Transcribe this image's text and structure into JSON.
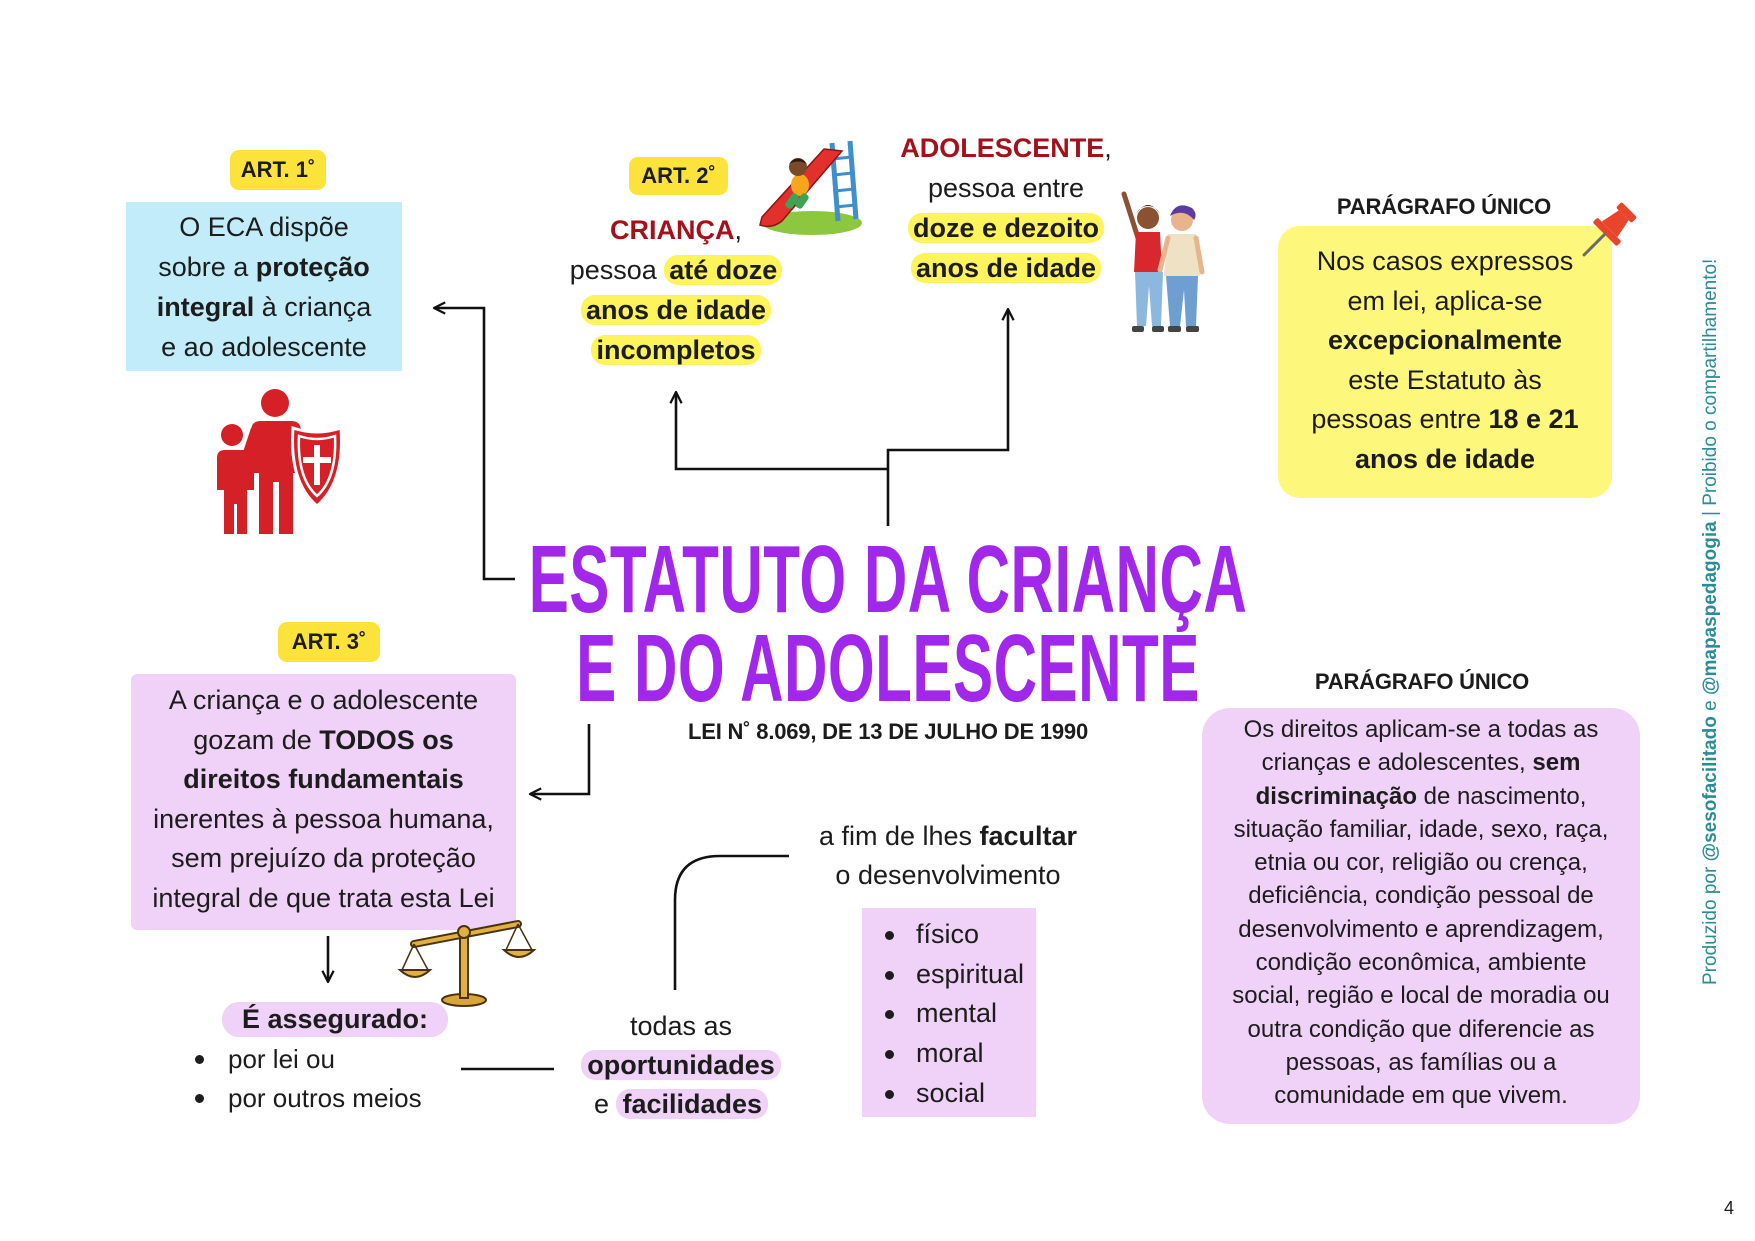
{
  "title": {
    "line1": "ESTATUTO DA CRIANÇA",
    "line2": "E DO ADOLESCENTE",
    "law": "LEI N˚ 8.069, DE 13 DE JULHO DE 1990"
  },
  "art1": {
    "badge": "ART. 1˚",
    "lines": [
      [
        "O ECA dispõe"
      ],
      [
        "sobre a ",
        "proteção"
      ],
      [
        "integral",
        " à criança"
      ],
      [
        "e ao adolescente"
      ]
    ],
    "icon": "family-shield-icon"
  },
  "art2": {
    "badge": "ART. 2˚",
    "crianca": {
      "term": "CRIANÇA",
      "punct": ",",
      "lines": [
        [
          "pessoa ",
          "até doze"
        ],
        [
          "anos de idade"
        ],
        [
          "incompletos"
        ]
      ]
    },
    "adolescente": {
      "term": "ADOLESCENTE",
      "punct": ",",
      "lines": [
        [
          "pessoa entre"
        ],
        [
          "doze e dezoito"
        ],
        [
          "anos de idade"
        ]
      ]
    },
    "icons": [
      "playground-slide-icon",
      "teenagers-icon"
    ]
  },
  "paragrafo_unico_1": {
    "heading": "PARÁGRAFO ÚNICO",
    "lines": [
      [
        "Nos casos expressos"
      ],
      [
        "em lei, aplica-se"
      ],
      [
        "excepcionalmente"
      ],
      [
        "este Estatuto às"
      ],
      [
        "pessoas entre ",
        "18 e 21"
      ],
      [
        "anos de idade"
      ]
    ],
    "icon": "pushpin-icon"
  },
  "art3": {
    "badge": "ART. 3˚",
    "lines": [
      [
        "A criança e o adolescente"
      ],
      [
        "gozam de ",
        "TODOS os"
      ],
      [
        "direitos fundamentais"
      ],
      [
        "inerentes à pessoa humana,"
      ],
      [
        "sem prejuízo da proteção"
      ],
      [
        "integral de que trata esta Lei"
      ]
    ],
    "icon": "scales-of-justice-icon"
  },
  "assegurado": {
    "heading": "É assegurado:",
    "items": [
      "por lei ou",
      "por outros meios"
    ]
  },
  "oportunidades": {
    "lines": [
      [
        "todas as"
      ],
      [
        "oportunidades"
      ],
      [
        "e ",
        "facilidades"
      ]
    ]
  },
  "finalidade": {
    "lines": [
      [
        "a fim de lhes ",
        "facultar"
      ],
      [
        "o desenvolvimento"
      ]
    ]
  },
  "desenvolvimento": {
    "items": [
      "físico",
      "espiritual",
      "mental",
      "moral",
      "social"
    ]
  },
  "paragrafo_unico_3": {
    "heading": "PARÁGRAFO ÚNICO",
    "lines": [
      [
        "Os direitos aplicam-se a todas as"
      ],
      [
        "crianças e adolescentes, ",
        "sem"
      ],
      [
        "discriminação",
        " de nascimento,"
      ],
      [
        "situação familiar, idade, sexo, raça,"
      ],
      [
        "etnia ou cor, religião ou crença,"
      ],
      [
        "deficiência, condição pessoal de"
      ],
      [
        "desenvolvimento e aprendizagem,"
      ],
      [
        "condição econômica, ambiente"
      ],
      [
        "social, região e local de moradia ou"
      ],
      [
        "outra condição que diferencie as"
      ],
      [
        "pessoas, as famílias ou a"
      ],
      [
        "comunidade em que vivem."
      ]
    ]
  },
  "credits": {
    "prefix": "Produzido por ",
    "handle1": "@sesofacilitado",
    "mid": " e ",
    "handle2": "@mapaspedagogia",
    "suffix": " | Proibido o compartilhamento!"
  },
  "page_number": "4",
  "colors": {
    "title": "#a128ea",
    "term_red": "#a3111b",
    "badge": "#fce33b",
    "art1_box": "#c2ecf9",
    "paragrafo_box": "#fdf77c",
    "pink_box": "#f0d1f8",
    "highlight_yellow": "#fdf35a",
    "highlight_pink": "#f0d1f8",
    "credits": "#2b8c96",
    "icon_red": "#d62027"
  }
}
